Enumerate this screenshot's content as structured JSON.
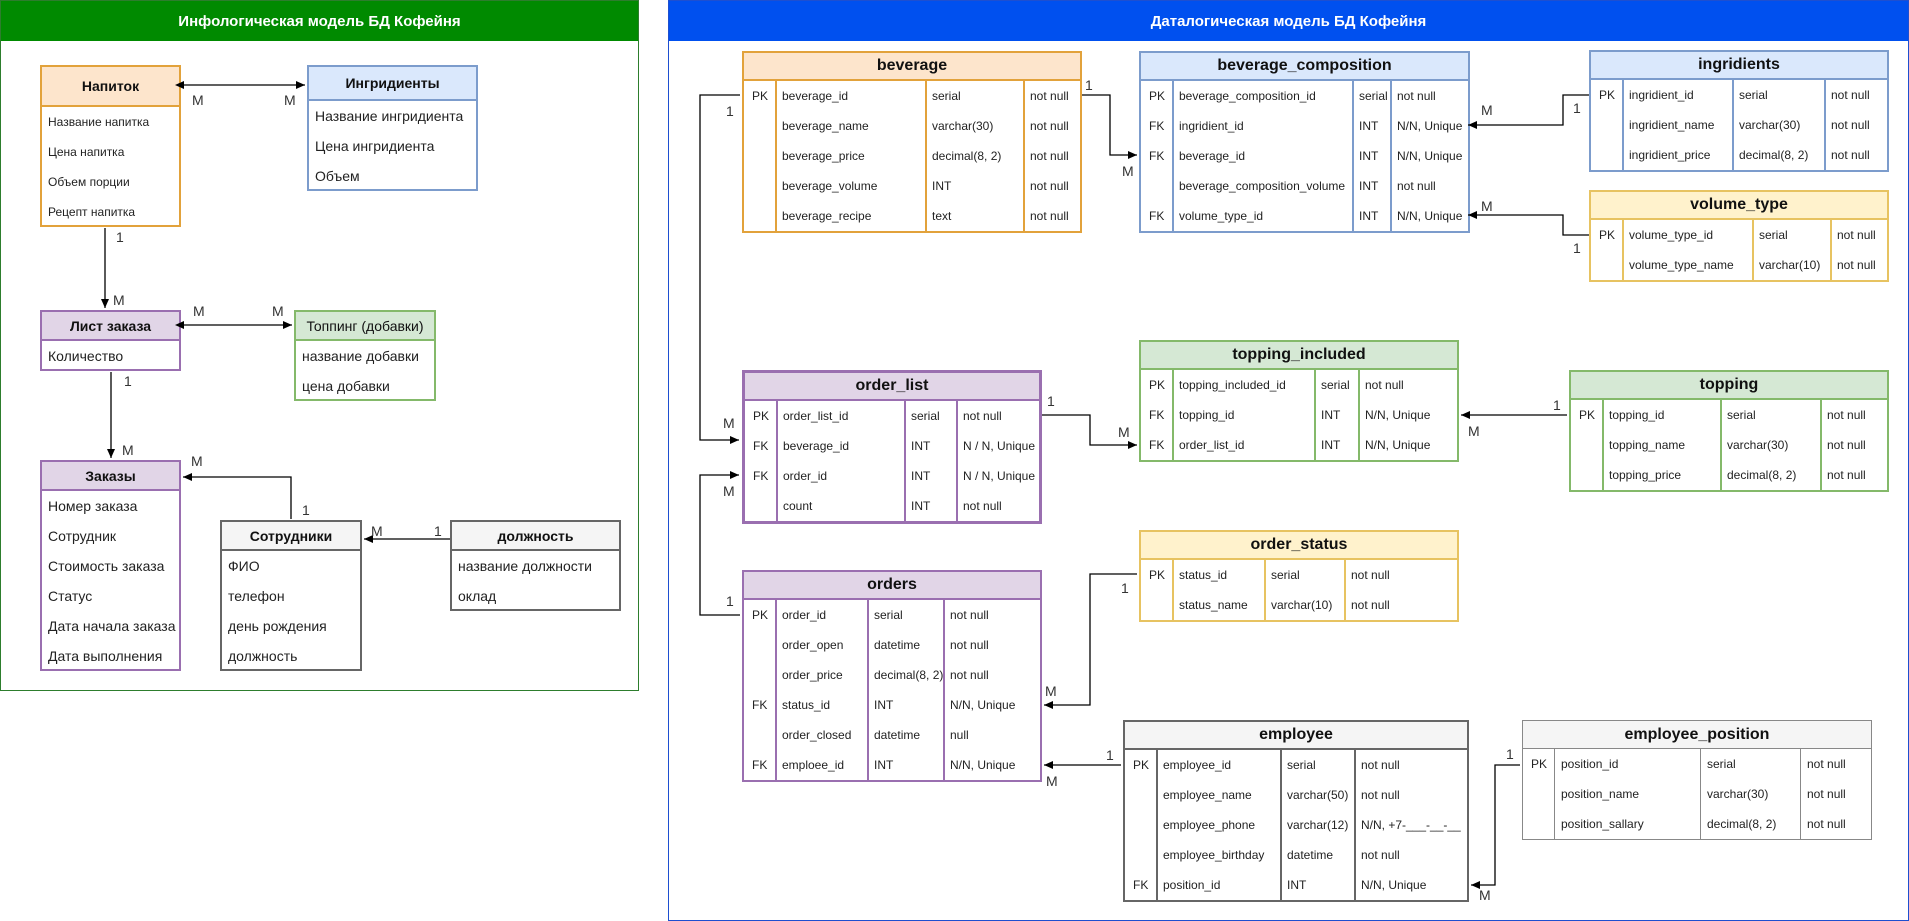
{
  "info_panel": {
    "title": "Инфологическая модель БД Кофейня",
    "entities": {
      "napitok": {
        "title": "Напиток",
        "attrs": [
          "Название напитка",
          "Цена напитка",
          "Объем порции",
          "Рецепт напитка"
        ]
      },
      "ingr": {
        "title": "Ингридиенты",
        "attrs": [
          "Название ингридиента",
          "Цена ингридиента",
          "Объем"
        ]
      },
      "list": {
        "title": "Лист заказа",
        "attrs": [
          "Количество"
        ]
      },
      "topping": {
        "title": "Топпинг (добавки)",
        "attrs": [
          "название добавки",
          "цена добавки"
        ]
      },
      "zakazy": {
        "title": "Заказы",
        "attrs": [
          "Номер заказа",
          "Сотрудник",
          "Стоимость заказа",
          "Статус",
          "Дата начала заказа",
          "Дата выполнения"
        ]
      },
      "sotr": {
        "title": "Сотрудники",
        "attrs": [
          "ФИО",
          "телефон",
          "день рождения",
          "должность"
        ]
      },
      "dolzh": {
        "title": "должность",
        "attrs": [
          "название должности",
          "оклад"
        ]
      }
    },
    "labels": {
      "one": "1",
      "many": "M"
    }
  },
  "data_panel": {
    "title": "Даталогическая модель БД Кофейня",
    "tables": {
      "beverage": {
        "title": "beverage",
        "rows": [
          [
            "PK",
            "beverage_id",
            "serial",
            "not null"
          ],
          [
            "",
            "beverage_name",
            "varchar(30)",
            "not null"
          ],
          [
            "",
            "beverage_price",
            "decimal(8, 2)",
            "not null"
          ],
          [
            "",
            "beverage_volume",
            "INT",
            "not null"
          ],
          [
            "",
            "beverage_recipe",
            "text",
            "not null"
          ]
        ]
      },
      "beverage_composition": {
        "title": "beverage_composition",
        "rows": [
          [
            "PK",
            "beverage_composition_id",
            "serial",
            "not null"
          ],
          [
            "FK",
            "ingridient_id",
            "INT",
            "N/N, Unique"
          ],
          [
            "FK",
            "beverage_id",
            "INT",
            "N/N, Unique"
          ],
          [
            "",
            "beverage_composition_volume",
            "INT",
            "not null"
          ],
          [
            "FK",
            "volume_type_id",
            "INT",
            "N/N, Unique"
          ]
        ]
      },
      "ingridients": {
        "title": "ingridients",
        "rows": [
          [
            "PK",
            "ingridient_id",
            "serial",
            "not null"
          ],
          [
            "",
            "ingridient_name",
            "varchar(30)",
            "not null"
          ],
          [
            "",
            "ingridient_price",
            "decimal(8, 2)",
            "not null"
          ]
        ]
      },
      "volume_type": {
        "title": "volume_type",
        "rows": [
          [
            "PK",
            "volume_type_id",
            "serial",
            "not null"
          ],
          [
            "",
            "volume_type_name",
            "varchar(10)",
            "not null"
          ]
        ]
      },
      "order_list": {
        "title": "order_list",
        "rows": [
          [
            "PK",
            "order_list_id",
            "serial",
            "not null"
          ],
          [
            "FK",
            "beverage_id",
            "INT",
            "N / N, Unique"
          ],
          [
            "FK",
            "order_id",
            "INT",
            "N / N, Unique"
          ],
          [
            "",
            "count",
            "INT",
            "not null"
          ]
        ]
      },
      "topping_included": {
        "title": "topping_included",
        "rows": [
          [
            "PK",
            "topping_included_id",
            "serial",
            "not null"
          ],
          [
            "FK",
            "topping_id",
            "INT",
            "N/N, Unique"
          ],
          [
            "FK",
            "order_list_id",
            "INT",
            "N/N, Unique"
          ]
        ]
      },
      "topping": {
        "title": "topping",
        "rows": [
          [
            "PK",
            "topping_id",
            "serial",
            "not null"
          ],
          [
            "",
            "topping_name",
            "varchar(30)",
            "not null"
          ],
          [
            "",
            "topping_price",
            "decimal(8, 2)",
            "not null"
          ]
        ]
      },
      "order_status": {
        "title": "order_status",
        "rows": [
          [
            "PK",
            "status_id",
            "serial",
            "not null"
          ],
          [
            "",
            "status_name",
            "varchar(10)",
            "not null"
          ]
        ]
      },
      "orders": {
        "title": "orders",
        "rows": [
          [
            "PK",
            "order_id",
            "serial",
            "not null"
          ],
          [
            "",
            "order_open",
            "datetime",
            "not null"
          ],
          [
            "",
            "order_price",
            "decimal(8, 2)",
            "not null"
          ],
          [
            "FK",
            "status_id",
            "INT",
            "N/N, Unique"
          ],
          [
            "",
            "order_closed",
            "datetime",
            "null"
          ],
          [
            "FK",
            "emploee_id",
            "INT",
            "N/N, Unique"
          ]
        ]
      },
      "employee": {
        "title": "employee",
        "rows": [
          [
            "PK",
            "employee_id",
            "serial",
            "not null"
          ],
          [
            "",
            "employee_name",
            "varchar(50)",
            "not null"
          ],
          [
            "",
            "employee_phone",
            "varchar(12)",
            "N/N, +7-___-__-__"
          ],
          [
            "",
            "employee_birthday",
            "datetime",
            "not null"
          ],
          [
            "FK",
            "position_id",
            "INT",
            "N/N, Unique"
          ]
        ]
      },
      "employee_position": {
        "title": "employee_position",
        "rows": [
          [
            "PK",
            "position_id",
            "serial",
            "not null"
          ],
          [
            "",
            "position_name",
            "varchar(30)",
            "not null"
          ],
          [
            "",
            "position_sallary",
            "decimal(8, 2)",
            "not null"
          ]
        ]
      }
    }
  },
  "colors": {
    "info_header": "#008a00",
    "data_header": "#0050ef"
  }
}
